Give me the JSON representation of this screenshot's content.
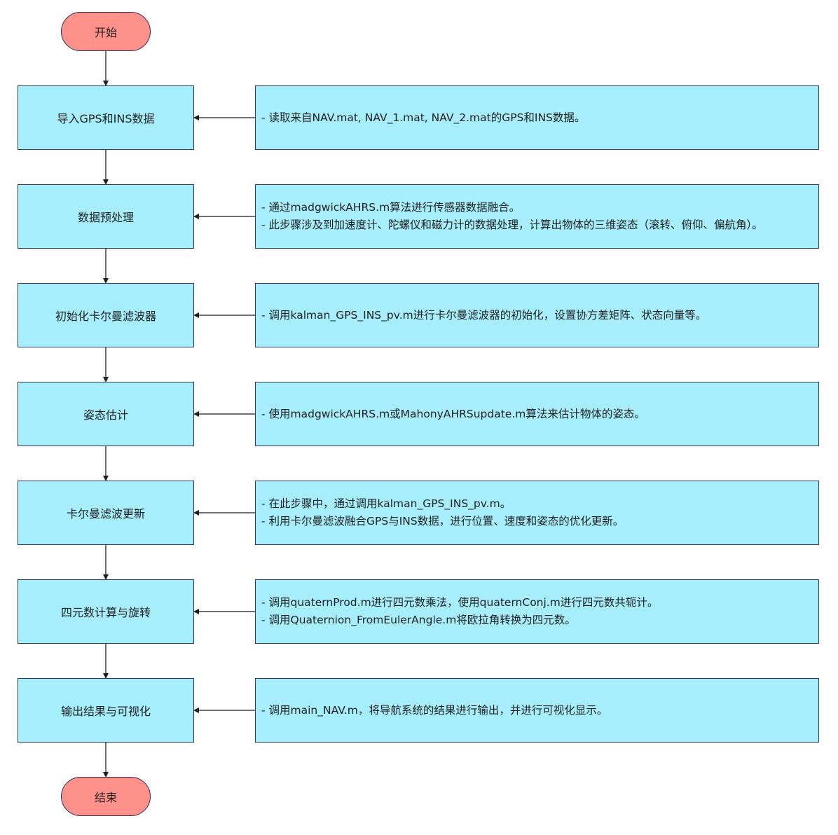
{
  "start": {
    "label": "开始"
  },
  "end": {
    "label": "结束"
  },
  "colors": {
    "terminal": "#fe918a",
    "process": "#a6eefc",
    "stroke": "#2d3a5e",
    "arrow": "#1f1f1f"
  },
  "steps": [
    {
      "label": "导入GPS和INS数据",
      "notes": [
        "- 读取来自NAV.mat, NAV_1.mat, NAV_2.mat的GPS和INS数据。"
      ]
    },
    {
      "label": "数据预处理",
      "notes": [
        "- 通过madgwickAHRS.m算法进行传感器数据融合。",
        "- 此步骤涉及到加速度计、陀螺仪和磁力计的数据处理，计算出物体的三维姿态（滚转、俯仰、偏航角）。"
      ]
    },
    {
      "label": "初始化卡尔曼滤波器",
      "notes": [
        "- 调用kalman_GPS_INS_pv.m进行卡尔曼滤波器的初始化，设置协方差矩阵、状态向量等。"
      ]
    },
    {
      "label": "姿态估计",
      "notes": [
        "- 使用madgwickAHRS.m或MahonyAHRSupdate.m算法来估计物体的姿态。"
      ]
    },
    {
      "label": "卡尔曼滤波更新",
      "notes": [
        "- 在此步骤中，通过调用kalman_GPS_INS_pv.m。",
        "- 利用卡尔曼滤波融合GPS与INS数据，进行位置、速度和姿态的优化更新。"
      ]
    },
    {
      "label": "四元数计算与旋转",
      "notes": [
        "- 调用quaternProd.m进行四元数乘法，使用quaternConj.m进行四元数共轭计。",
        "- 调用Quaternion_FromEulerAngle.m将欧拉角转换为四元数。"
      ]
    },
    {
      "label": "输出结果与可视化",
      "notes": [
        "- 调用main_NAV.m，将导航系统的结果进行输出，并进行可视化显示。"
      ]
    }
  ]
}
